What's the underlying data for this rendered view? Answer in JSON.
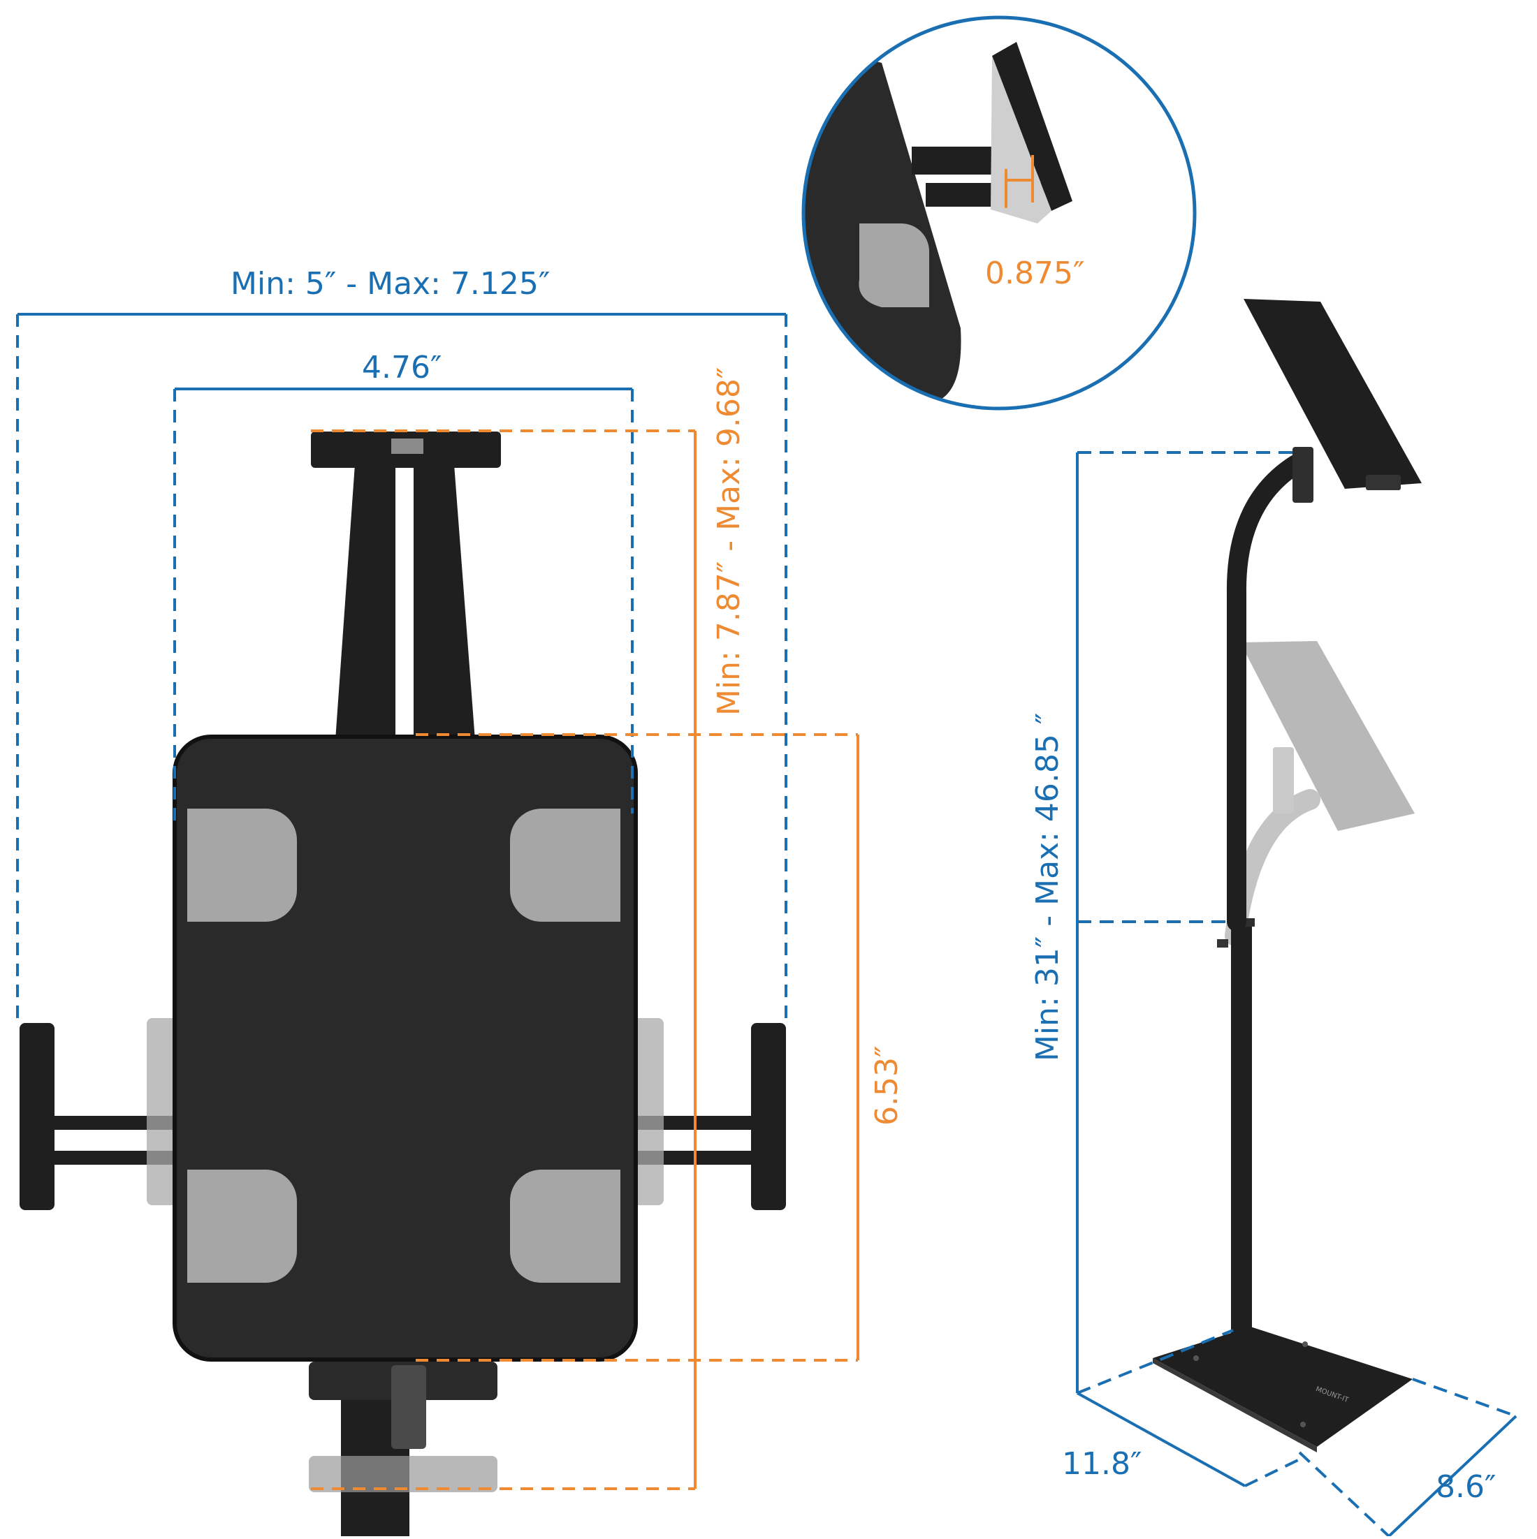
{
  "colors": {
    "dimension_blue": "#1a6fb3",
    "dimension_orange": "#ee8a32",
    "product_black": "#1f1f1f",
    "pad_gray": "#a6a6a6",
    "ghost_gray": "#b8b8b8"
  },
  "labels": {
    "outer_width": "Min: 5″ - Max: 7.125″",
    "inner_width": "4.76″",
    "clamp_height": "Min: 7.87″ - Max: 9.68″",
    "plate_height": "6.53″",
    "clamp_depth": "0.875″",
    "stand_height": "Min: 31″ - Max: 46.85 ″",
    "base_length": "11.8″",
    "base_width": "8.6″"
  },
  "base_brand": "MOUNT-IT"
}
